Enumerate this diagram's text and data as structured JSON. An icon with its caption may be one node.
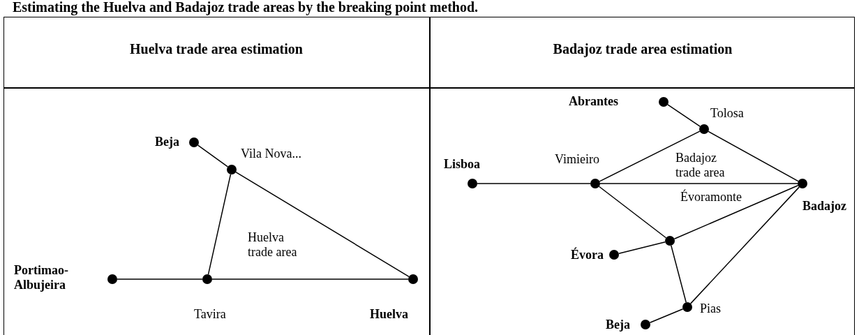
{
  "diagram": {
    "title": "Estimating the Huelva and Badajoz trade areas by the breaking point method.",
    "nodes": [
      {
        "text": [],
        "shape": "circle",
        "beside": [
          "Beja"
        ]
      },
      {
        "text": [],
        "shape": "circle",
        "beside": [
          "Vila Nova..."
        ]
      },
      {
        "text": [],
        "shape": "circle",
        "beside": [
          "Portimao- Albujeira"
        ]
      },
      {
        "text": [],
        "shape": "circle",
        "beside": [
          "Tavira"
        ]
      },
      {
        "text": [],
        "shape": "circle",
        "beside": [
          "Huelva"
        ]
      },
      {
        "text": [],
        "shape": "circle",
        "beside": [
          "Abrantes"
        ]
      },
      {
        "text": [],
        "shape": "circle",
        "beside": [
          "Tolosa"
        ]
      },
      {
        "text": [],
        "shape": "circle",
        "beside": [
          "Lisboa"
        ]
      },
      {
        "text": [],
        "shape": "circle",
        "beside": [
          "Vimieiro"
        ]
      },
      {
        "text": [],
        "shape": "circle",
        "beside": [
          "Badajoz"
        ]
      },
      {
        "text": [],
        "shape": "circle",
        "beside": [
          "Évoramonte"
        ]
      },
      {
        "text": [],
        "shape": "circle",
        "beside": [
          "Évora"
        ]
      },
      {
        "text": [],
        "shape": "circle",
        "beside": [
          "Pias"
        ]
      },
      {
        "text": [],
        "shape": "circle",
        "beside": [
          "Beja"
        ]
      }
    ],
    "edges": [
      {
        "from": 0,
        "to": 1,
        "arrow": "none"
      },
      {
        "from": 1,
        "to": 4,
        "arrow": "none"
      },
      {
        "from": 1,
        "to": 3,
        "arrow": "none"
      },
      {
        "from": 2,
        "to": 3,
        "arrow": "none"
      },
      {
        "from": 3,
        "to": 4,
        "arrow": "none"
      },
      {
        "from": 5,
        "to": 6,
        "arrow": "none"
      },
      {
        "from": 6,
        "to": 9,
        "arrow": "none"
      },
      {
        "from": 8,
        "to": 6,
        "arrow": "none"
      },
      {
        "from": 7,
        "to": 8,
        "arrow": "none"
      },
      {
        "from": 8,
        "to": 9,
        "arrow": "none"
      },
      {
        "from": 8,
        "to": 10,
        "arrow": "none"
      },
      {
        "from": 11,
        "to": 10,
        "arrow": "none"
      },
      {
        "from": 10,
        "to": 9,
        "arrow": "none"
      },
      {
        "from": 10,
        "to": 12,
        "arrow": "none"
      },
      {
        "from": 13,
        "to": 12,
        "arrow": "none"
      },
      {
        "from": 12,
        "to": 9,
        "arrow": "none"
      }
    ],
    "labels": [
      "Huelva trade area estimation",
      "Badajoz trade area estimation",
      "Huelva trade area",
      "Badajoz trade area"
    ]
  }
}
